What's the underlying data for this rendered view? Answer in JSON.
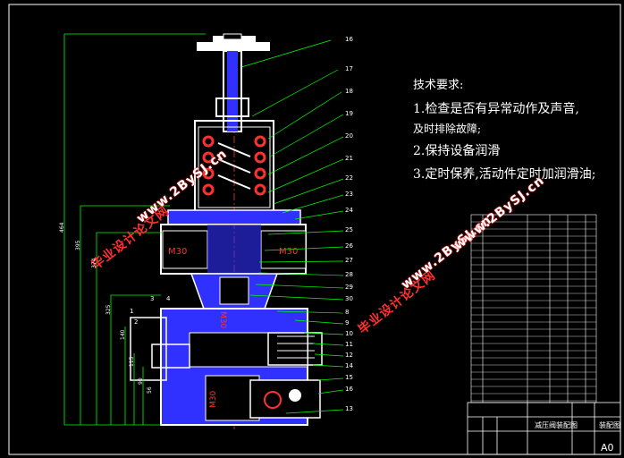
{
  "tech_requirements": {
    "title": "技术要求:",
    "items": [
      "1.检查是否有异常动作及声音,",
      "及时排除故障;",
      "2.保持设备润滑",
      "3.定时保养,活动件定时加润滑油;"
    ]
  },
  "watermarks": {
    "site_name": "毕业设计论文网",
    "site_url": "www.2BySJ.cn"
  },
  "drawing_labels": {
    "thread_left": "M30",
    "thread_right": "M30",
    "thread_center": "M30",
    "thread_bottom": "M30"
  },
  "part_numbers_right": [
    "16",
    "17",
    "18",
    "19",
    "20",
    "21",
    "22",
    "23",
    "24",
    "25",
    "26",
    "27",
    "28",
    "29",
    "30",
    "8",
    "9",
    "10",
    "11",
    "12",
    "14",
    "15",
    "16",
    "13"
  ],
  "part_numbers_left": [
    "1",
    "2",
    "3",
    "4"
  ],
  "dimensions": [
    "464",
    "395",
    "374",
    "325",
    "140",
    "115",
    "90",
    "56"
  ],
  "title_block": {
    "name": "减压阀装配图",
    "code": "装配图",
    "sheet": "A0"
  },
  "colors": {
    "background": "#000000",
    "outline": "#ffffff",
    "leader": "#00ff00",
    "section": "#3030ff",
    "axis": "#ff0000",
    "dimension": "#00ff00",
    "watermark": "#ff3030"
  }
}
